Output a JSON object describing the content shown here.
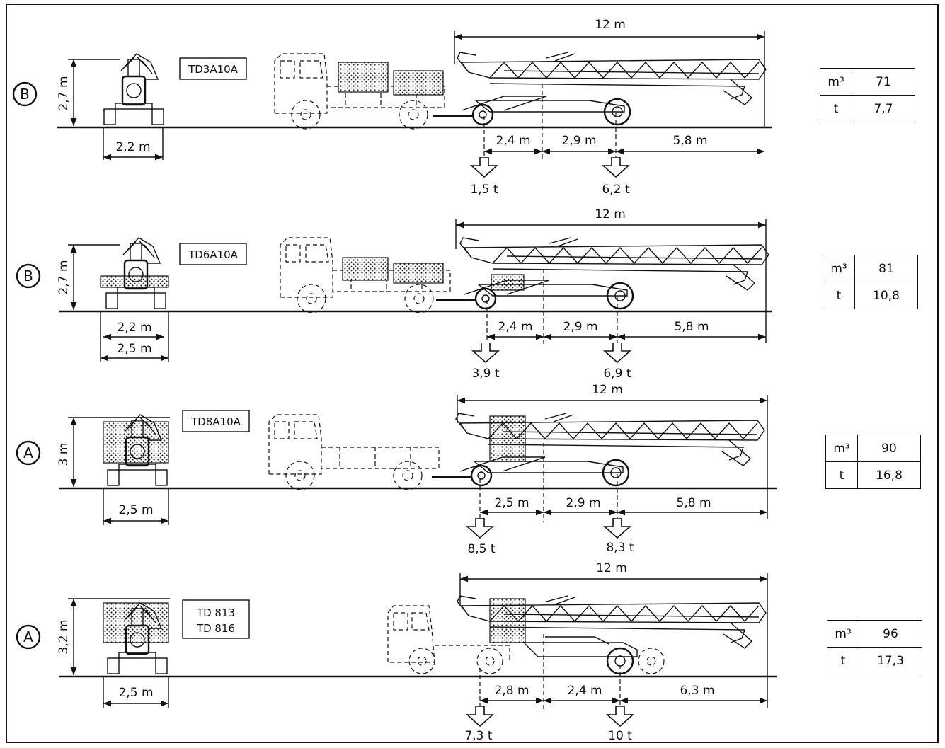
{
  "rows": [
    {
      "class_letter": "B",
      "height": "2,7 m",
      "widths": [
        "2,2 m"
      ],
      "model": [
        "TD3A10A"
      ],
      "length": "12 m",
      "spans": [
        "2,4 m",
        "2,9 m",
        "5,8 m"
      ],
      "axle_loads": [
        "1,5 t",
        "6,2 t"
      ],
      "volume_unit": "m³",
      "volume": "71",
      "mass_unit": "t",
      "mass": "7,7"
    },
    {
      "class_letter": "B",
      "height": "2,7 m",
      "widths": [
        "2,2 m",
        "2,5 m"
      ],
      "model": [
        "TD6A10A"
      ],
      "length": "12 m",
      "spans": [
        "2,4 m",
        "2,9 m",
        "5,8 m"
      ],
      "axle_loads": [
        "3,9 t",
        "6,9 t"
      ],
      "volume_unit": "m³",
      "volume": "81",
      "mass_unit": "t",
      "mass": "10,8"
    },
    {
      "class_letter": "A",
      "height": "3 m",
      "widths": [
        "2,5 m"
      ],
      "model": [
        "TD8A10A"
      ],
      "length": "12 m",
      "spans": [
        "2,5 m",
        "2,9 m",
        "5,8 m"
      ],
      "axle_loads": [
        "8,5 t",
        "8,3 t"
      ],
      "volume_unit": "m³",
      "volume": "90",
      "mass_unit": "t",
      "mass": "16,8"
    },
    {
      "class_letter": "A",
      "height": "3,2 m",
      "widths": [
        "2,5 m"
      ],
      "model": [
        "TD 813",
        "TD 816"
      ],
      "length": "12 m",
      "spans": [
        "2,8 m",
        "2,4 m",
        "6,3 m"
      ],
      "axle_loads": [
        "7,3 t",
        "10 t"
      ],
      "volume_unit": "m³",
      "volume": "96",
      "mass_unit": "t",
      "mass": "17,3"
    }
  ],
  "icons": [
    "arrow-down-load-icon",
    "truck-cab-icon",
    "crane-boom-icon",
    "wheel-icon"
  ]
}
